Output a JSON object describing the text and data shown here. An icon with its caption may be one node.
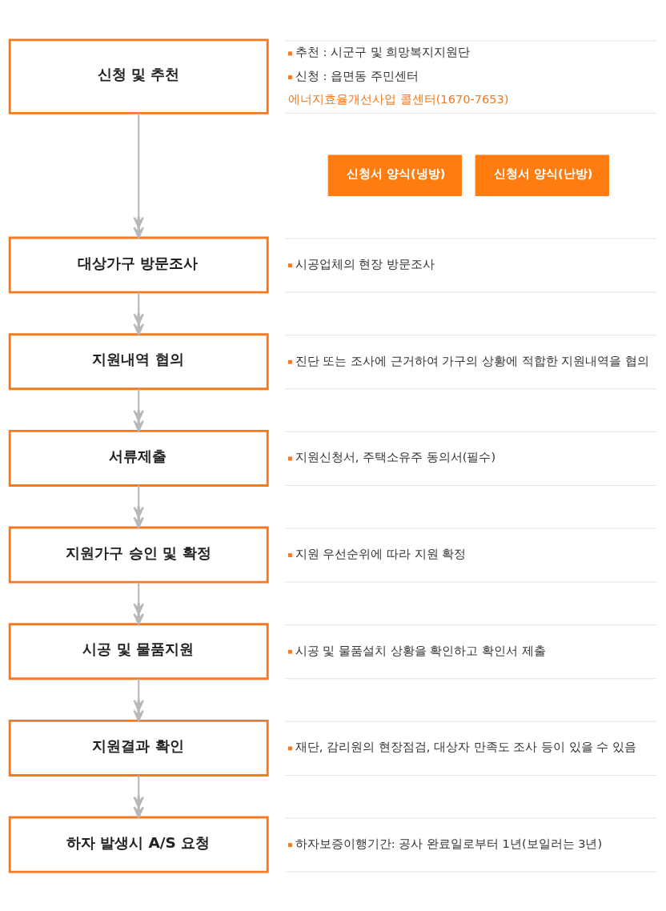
{
  "diagram": {
    "nodes": [
      {
        "text": [
          "신청 및 추천"
        ],
        "beside": [
          "추천 : 시군구 및 희망복지지원단",
          "신청 : 읍면동 주민센터",
          "에너지효율개선사업 콜센터(1670-7653)"
        ]
      },
      {
        "text": [
          "대상가구 방문조사"
        ],
        "beside": [
          "시공업체의 현장 방문조사"
        ]
      },
      {
        "text": [
          "지원내역 협의"
        ],
        "beside": [
          "진단 또는 조사에 근거하여 가구의 상황에 적합한 지원내역을 협의"
        ]
      },
      {
        "text": [
          "서류제출"
        ],
        "beside": [
          "지원신청서, 주택소유주 동의서(필수)"
        ]
      },
      {
        "text": [
          "지원가구 승인 및 확정"
        ],
        "beside": [
          "지원 우선순위에 따라 지원 확정"
        ]
      },
      {
        "text": [
          "시공 및 물품지원"
        ],
        "beside": [
          "시공 및 물품설치 상황을 확인하고 확인서 제출"
        ]
      },
      {
        "text": [
          "지원결과 확인"
        ],
        "beside": [
          "재단, 감리원의 현장점검, 대상자 만족도 조사 등이 있을 수 있음"
        ]
      },
      {
        "text": [
          "하자 발생시 A/S 요청"
        ],
        "beside": [
          "하자보증이행기간: 공사 완료일로부터 1년(보일러는 3년)"
        ]
      },
      {
        "text": [
          "신청서 양식(냉방)"
        ]
      },
      {
        "text": [
          "신청서 양식(난방)"
        ]
      }
    ],
    "edges": [
      {
        "from": 0,
        "to": 1,
        "arrow": "to"
      },
      {
        "from": 1,
        "to": 2,
        "arrow": "to"
      },
      {
        "from": 2,
        "to": 3,
        "arrow": "to"
      },
      {
        "from": 3,
        "to": 4,
        "arrow": "to"
      },
      {
        "from": 4,
        "to": 5,
        "arrow": "to"
      },
      {
        "from": 5,
        "to": 6,
        "arrow": "to"
      },
      {
        "from": 6,
        "to": 7,
        "arrow": "to"
      }
    ]
  }
}
